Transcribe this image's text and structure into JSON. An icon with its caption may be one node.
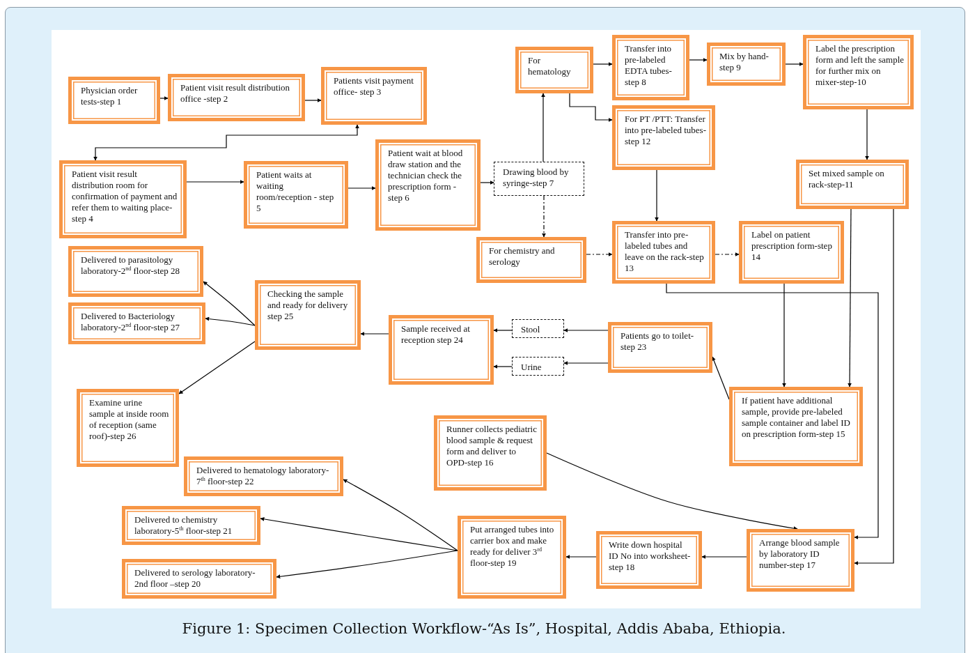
{
  "diagram": {
    "caption": "Figure 1: Specimen Collection Workflow-“As Is”, Hospital, Addis Ababa, Ethiopia.",
    "nodes": [
      {
        "text": [
          "Physician order tests-step 1"
        ]
      },
      {
        "text": [
          "Patient visit result distribution office -step 2"
        ]
      },
      {
        "text": [
          "Patients visit payment office- step 3"
        ]
      },
      {
        "text": [
          "Patient visit result distribution room for confirmation of payment and refer them to waiting place-step 4"
        ]
      },
      {
        "text": [
          "Patient waits at waiting room/reception - step 5"
        ]
      },
      {
        "text": [
          "Patient wait at blood draw station and the technician check the prescription form - step 6"
        ]
      },
      {
        "text": [
          "Drawing blood by syringe-step 7"
        ]
      },
      {
        "text": [
          "For hematology"
        ]
      },
      {
        "text": [
          "Transfer into pre-labeled EDTA tubes-step 8"
        ]
      },
      {
        "text": [
          "Mix by hand-step 9"
        ]
      },
      {
        "text": [
          "Label the prescription form and left the sample for further mix on mixer-step-10"
        ]
      },
      {
        "text": [
          "For PT /PTT: Transfer into pre-labeled tubes-step 12"
        ]
      },
      {
        "text": [
          "Set mixed sample on rack-step-11"
        ]
      },
      {
        "text": [
          "For chemistry and serology"
        ]
      },
      {
        "text": [
          "Transfer into pre-labeled tubes and leave on the rack-step 13"
        ]
      },
      {
        "text": [
          "Label on patient prescription form-step 14"
        ]
      },
      {
        "text": [
          "Delivered to parasitology laboratory-2$^{nd}$ floor-step 28"
        ]
      },
      {
        "text": [
          "Delivered to Bacteriology laboratory-2$^{nd}$ floor-step 27"
        ]
      },
      {
        "text": [
          "Checking the sample and ready for delivery step 25"
        ]
      },
      {
        "text": [
          "Sample received at reception step 24"
        ]
      },
      {
        "text": [
          "Stool"
        ]
      },
      {
        "text": [
          "Urine"
        ]
      },
      {
        "text": [
          "Patients go to toilet-step 23"
        ]
      },
      {
        "text": [
          "If patient have additional sample, provide pre-labeled sample container and label ID on prescription form-step 15"
        ]
      },
      {
        "text": [
          "Examine urine sample at inside room of reception (same roof)-step 26"
        ]
      },
      {
        "text": [
          "Runner collects pediatric blood sample & request form and deliver to OPD-step 16"
        ]
      },
      {
        "text": [
          "Delivered to hematology laboratory-7$^{th}$ floor-step 22"
        ]
      },
      {
        "text": [
          "Delivered to chemistry laboratory-5$^{th}$ floor-step 21"
        ]
      },
      {
        "text": [
          "Delivered to serology laboratory-2nd floor –step 20"
        ]
      },
      {
        "text": [
          "Put arranged tubes into carrier box and make ready for deliver 3$^{rd}$ floor-step 19"
        ]
      },
      {
        "text": [
          "Write down hospital ID No into worksheet-step 18"
        ]
      },
      {
        "text": [
          "Arrange blood sample by laboratory ID number-step 17"
        ]
      }
    ],
    "edges": [
      {
        "from": 0,
        "to": 1,
        "arrow": "to"
      },
      {
        "from": 1,
        "to": 2,
        "arrow": "to"
      },
      {
        "from": 2,
        "to": 3,
        "arrow": "both"
      },
      {
        "from": 3,
        "to": 4,
        "arrow": "to"
      },
      {
        "from": 4,
        "to": 5,
        "arrow": "to"
      },
      {
        "from": 5,
        "to": 6,
        "arrow": "to"
      },
      {
        "from": 6,
        "to": 7,
        "arrow": "to"
      },
      {
        "from": 7,
        "to": 8,
        "arrow": "to"
      },
      {
        "from": 8,
        "to": 9,
        "arrow": "to"
      },
      {
        "from": 9,
        "to": 10,
        "arrow": "to"
      },
      {
        "from": 7,
        "to": 11,
        "arrow": "to"
      },
      {
        "from": 10,
        "to": 12,
        "arrow": "to"
      },
      {
        "from": 6,
        "to": 13,
        "arrow": "to",
        "style": "dashed"
      },
      {
        "from": 13,
        "to": 14,
        "arrow": "to",
        "style": "dashed"
      },
      {
        "from": 14,
        "to": 15,
        "arrow": "to",
        "style": "dashed"
      },
      {
        "from": 11,
        "to": 14,
        "arrow": "to"
      },
      {
        "from": 14,
        "to": 31,
        "arrow": "to"
      },
      {
        "from": 15,
        "to": 23,
        "arrow": "to"
      },
      {
        "from": 12,
        "to": 23,
        "arrow": "to"
      },
      {
        "from": 12,
        "to": 31,
        "arrow": "to"
      },
      {
        "from": 23,
        "to": 22,
        "arrow": "to"
      },
      {
        "from": 22,
        "to": 20,
        "arrow": "to"
      },
      {
        "from": 22,
        "to": 21,
        "arrow": "to"
      },
      {
        "from": 20,
        "to": 19,
        "arrow": "to"
      },
      {
        "from": 21,
        "to": 19,
        "arrow": "to"
      },
      {
        "from": 19,
        "to": 18,
        "arrow": "to"
      },
      {
        "from": 18,
        "to": 16,
        "arrow": "to"
      },
      {
        "from": 18,
        "to": 17,
        "arrow": "to"
      },
      {
        "from": 18,
        "to": 24,
        "arrow": "to"
      },
      {
        "from": 25,
        "to": 31,
        "arrow": "to"
      },
      {
        "from": 31,
        "to": 30,
        "arrow": "to"
      },
      {
        "from": 30,
        "to": 29,
        "arrow": "to"
      },
      {
        "from": 29,
        "to": 26,
        "arrow": "to"
      },
      {
        "from": 29,
        "to": 27,
        "arrow": "to"
      },
      {
        "from": 29,
        "to": 28,
        "arrow": "to"
      }
    ]
  }
}
